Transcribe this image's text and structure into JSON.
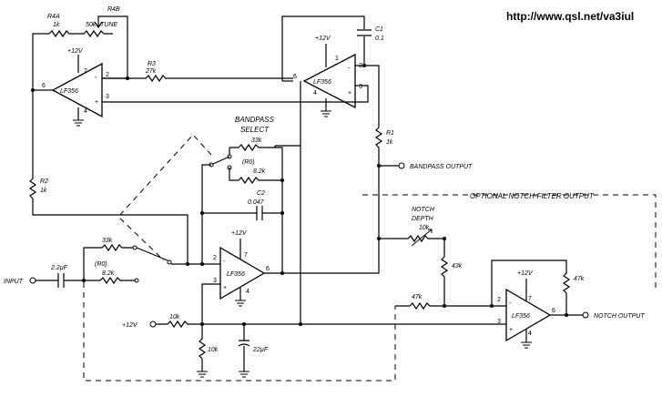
{
  "url": "http://www.qsl.net/va3iul",
  "opamps": {
    "type": "LF356",
    "plus": "+",
    "minus": "-"
  },
  "labels": {
    "r4a": "R4A",
    "r4a_val": "1k",
    "r4b": "R4B",
    "r4b_val": "50k",
    "tune": "TUNE",
    "r3": "R3",
    "r3_val": "27k",
    "c1": "C1",
    "c1_val": "0.1",
    "r1": "R1",
    "r1_val": "1k",
    "r2": "R2",
    "r2_val": "1k",
    "bandpass_select_1": "BANDPASS",
    "bandpass_select_2": "SELECT",
    "r_33k": "33k",
    "r0": "(R0)",
    "r_8k2": "8.2k",
    "c2": "C2",
    "c2_val": "0.047",
    "bandpass_output": "BANDPASS OUTPUT",
    "optional_notch": "OPTIONAL NOTCH-FILTER OUTPUT",
    "notch_depth_1": "NOTCH",
    "notch_depth_2": "DEPTH",
    "notch_depth_val": "10k",
    "r_43k": "43k",
    "r_47k_a": "47k",
    "r_47k_b": "47k",
    "notch_output": "NOTCH OUTPUT",
    "input": "INPUT",
    "cap_2u2": "2.2µF",
    "in_33k": "33k",
    "in_r0": "(R0)",
    "in_8k2": "8.2k",
    "vplus": "+12V",
    "vplus_bias": "+12V",
    "r_10k_a": "10k",
    "r_10k_b": "10k",
    "cap_22u": "22µF",
    "pins": {
      "p1": "1",
      "p2": "2",
      "p3": "3",
      "p4": "4",
      "p6": "6",
      "p7": "7"
    }
  }
}
